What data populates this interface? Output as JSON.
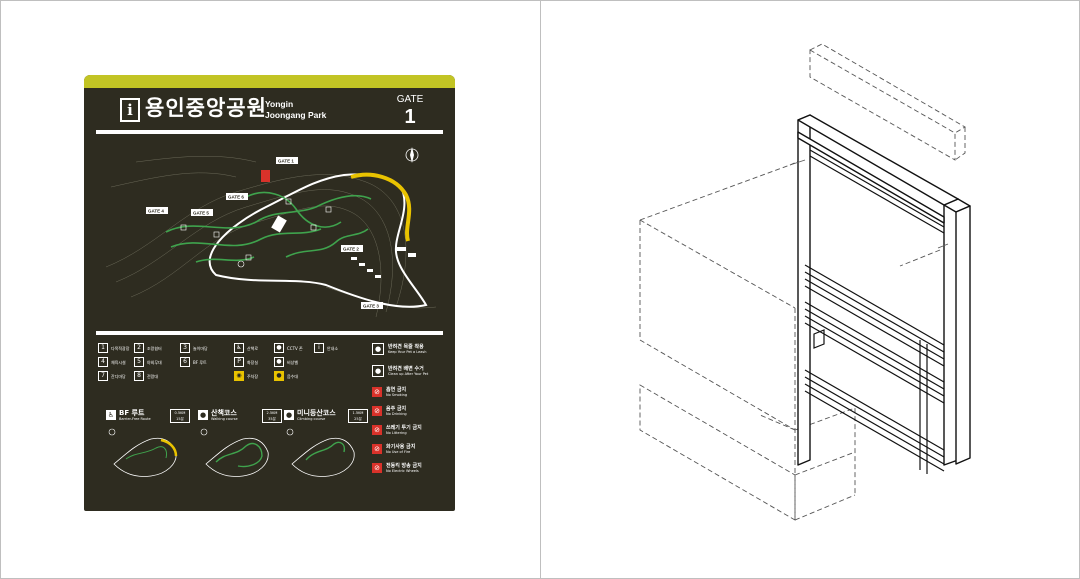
{
  "sign": {
    "title_ko": "용인중앙공원",
    "title_en_1": "Yongin",
    "title_en_2": "Joongang Park",
    "gate_label": "GATE",
    "gate_number": "1",
    "colors": {
      "board": "#2e2c20",
      "accent": "#c2c424",
      "trail": "#3fa34d",
      "highlight": "#e9c300",
      "prohibit": "#d9322a"
    },
    "map_gates": [
      "GATE 1",
      "GATE 2",
      "GATE 3",
      "GATE 4",
      "GATE 5",
      "GATE 6"
    ],
    "legend": [
      "다목적광장",
      "체육시설",
      "잔디마당",
      "조망쉼터",
      "야외무대",
      "전망대",
      "놀이마당",
      "BF 루트",
      "산책로",
      "화장실",
      "주차장",
      "CCTV 존",
      "비상벨",
      "음수대",
      "안내소"
    ],
    "rules": [
      {
        "ko": "반려견 목줄 착용",
        "en": "Keep Your Pet a Leash"
      },
      {
        "ko": "반려견 배변 수거",
        "en": "Clean up After Your Pet"
      },
      {
        "ko": "흡연 금지",
        "en": "No Smoking"
      },
      {
        "ko": "음주 금지",
        "en": "No Drinking"
      },
      {
        "ko": "쓰레기 투기 금지",
        "en": "No Littering"
      },
      {
        "ko": "화기사용 금지",
        "en": "No Use of Fire"
      },
      {
        "ko": "전동킥 방송 금지",
        "en": "No Electric Wheels"
      }
    ],
    "routes": [
      {
        "ko": "BF 루트",
        "en": "Barrier-Free Route",
        "dist": "0.5KM",
        "time": "15분",
        "icon": "wheelchair-icon"
      },
      {
        "ko": "산책코스",
        "en": "Walking course",
        "dist": "2.5KM",
        "time": "35분",
        "icon": "walker-icon"
      },
      {
        "ko": "미니등산코스",
        "en": "Climbing course",
        "dist": "1.5KM",
        "time": "25분",
        "icon": "hiker-icon"
      }
    ]
  },
  "drawing": {
    "type": "isometric-line-drawing",
    "subject": "sign-frame-installation"
  }
}
